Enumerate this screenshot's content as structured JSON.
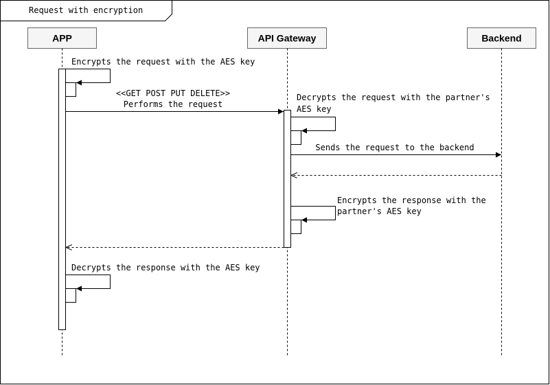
{
  "frame": {
    "title": "Request with encryption"
  },
  "participants": {
    "app": "APP",
    "gateway": "API Gateway",
    "backend": "Backend"
  },
  "messages": {
    "app_encrypt": "Encrypts the request with the AES key",
    "request_stereotype": "<<GET POST PUT DELETE>>",
    "request_label": "Performs the request",
    "gateway_decrypt_line1": "Decrypts the request with the partner's",
    "gateway_decrypt_line2": "AES key",
    "send_backend": "Sends the request to the backend",
    "gateway_encrypt_line1": "Encrypts the response with the",
    "gateway_encrypt_line2": "partner's AES key",
    "app_decrypt": "Decrypts the response with the AES key"
  },
  "colors": {
    "participant_fill": "#f5f5f5",
    "participant_stroke": "#666666",
    "line": "#000000"
  }
}
